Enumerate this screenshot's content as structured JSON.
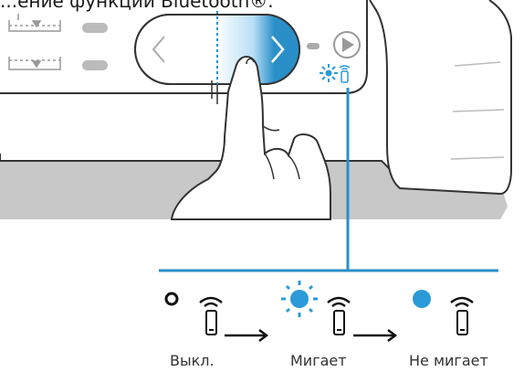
{
  "title": "...ение функции Bluetooth®.",
  "icons": {
    "swipe_left": "chevron-left-icon",
    "swipe_right": "chevron-right-icon",
    "play": "play-icon",
    "bluetooth_status": "bluetooth-blink-icon",
    "phone_signal": "phone-signal-icon"
  },
  "states": [
    {
      "label": "Выкл.",
      "indicator": "off"
    },
    {
      "label": "Мигает",
      "indicator": "blinking"
    },
    {
      "label": "Не мигает",
      "indicator": "steady"
    }
  ],
  "colors": {
    "accent": "#2a8fc9",
    "indicator_blue": "#2a9ad8",
    "line": "#2a8fc9",
    "counter": "#9a9a9a"
  }
}
